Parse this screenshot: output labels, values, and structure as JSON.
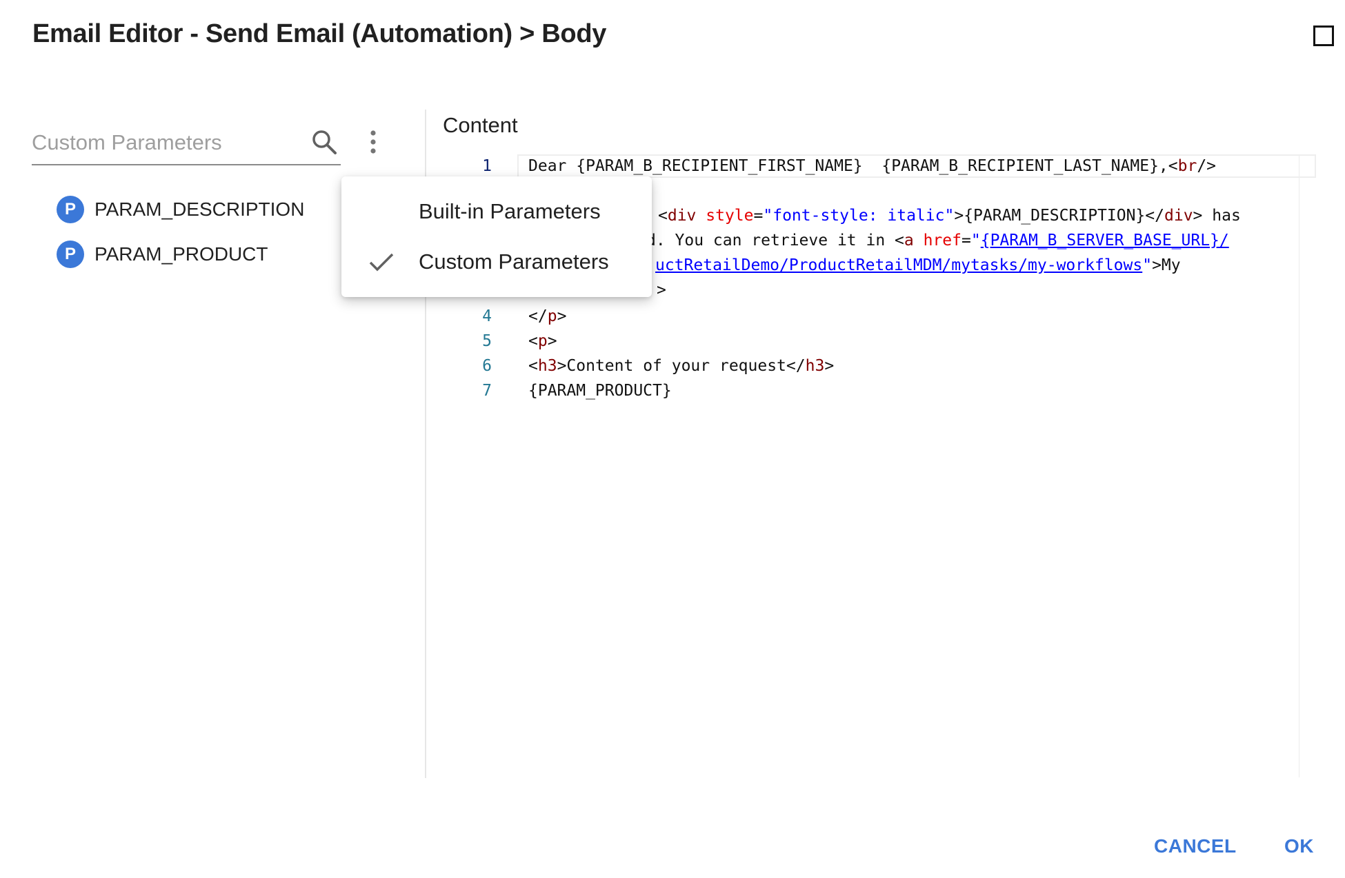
{
  "dialog": {
    "title": "Email Editor - Send Email (Automation) > Body"
  },
  "left_panel": {
    "search_placeholder": "Custom Parameters",
    "search_value": "",
    "parameters": [
      {
        "badge": "P",
        "name": "PARAM_DESCRIPTION"
      },
      {
        "badge": "P",
        "name": "PARAM_PRODUCT"
      }
    ]
  },
  "menu": {
    "items": [
      {
        "label": "Built-in Parameters",
        "checked": false
      },
      {
        "label": "Custom Parameters",
        "checked": true
      }
    ]
  },
  "editor": {
    "label": "Content",
    "line_numbers": [
      "1",
      "4",
      "5",
      "6",
      "7"
    ],
    "line1": {
      "text": "Dear {PARAM_B_RECIPIENT_FIRST_NAME}  {PARAM_B_RECIPIENT_LAST_NAME},",
      "lt": "<",
      "tag": "br",
      "end": "/>"
    },
    "line2": {
      "lt": "<",
      "tag": "div",
      "sp": " ",
      "attr": "style",
      "eq": "=",
      "str": "\"font-style: italic\"",
      "gt": ">",
      "text": "{PARAM_DESCRIPTION}",
      "close_lt": "</",
      "close_tag": "div",
      "close_gt": ">",
      "tail": " has"
    },
    "line3a": {
      "text": "d. You can retrieve it in ",
      "lt": "<",
      "tag": "a",
      "sp": " ",
      "attr": "href",
      "eq": "=",
      "q": "\"",
      "link": "{PARAM_B_SERVER_BASE_URL}/"
    },
    "line3b": {
      "link": "uctRetailDemo/ProductRetailMDM/mytasks/my-workflows",
      "q": "\"",
      "tail": ">My"
    },
    "line3c": {
      "text": ">"
    },
    "line4": {
      "lt": "</",
      "tag": "p",
      "gt": ">"
    },
    "line5": {
      "lt": "<",
      "tag": "p",
      "gt": ">"
    },
    "line6": {
      "lt": "<",
      "tag": "h3",
      "gt": ">",
      "text": "Content of your request",
      "close_lt": "</",
      "close_tag": "h3",
      "close_gt": ">"
    },
    "line7": {
      "text": "{PARAM_PRODUCT}"
    }
  },
  "footer": {
    "cancel_label": "CANCEL",
    "ok_label": "OK"
  },
  "colors": {
    "accent": "#3b78d8",
    "tag": "#800000",
    "attribute": "#e50000",
    "string": "#0000ff",
    "line_number": "#237893"
  }
}
